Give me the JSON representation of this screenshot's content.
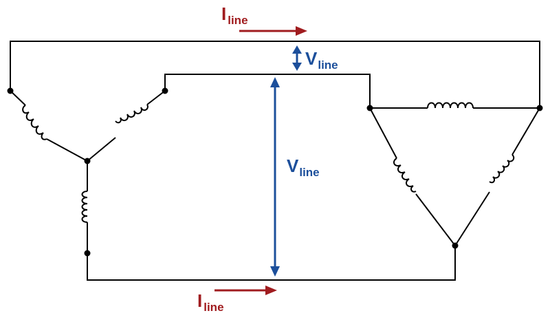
{
  "labels": {
    "current_top": {
      "main": "I",
      "sub": "line"
    },
    "current_bottom": {
      "main": "I",
      "sub": "line"
    },
    "voltage_short": {
      "main": "V",
      "sub": "line"
    },
    "voltage_long": {
      "main": "V",
      "sub": "line"
    }
  },
  "colors": {
    "current": "#a01c1f",
    "voltage": "#1c4f9b",
    "wire": "#000000"
  },
  "components": {
    "star_source": "wye-connected windings",
    "delta_load": "delta-connected windings"
  }
}
